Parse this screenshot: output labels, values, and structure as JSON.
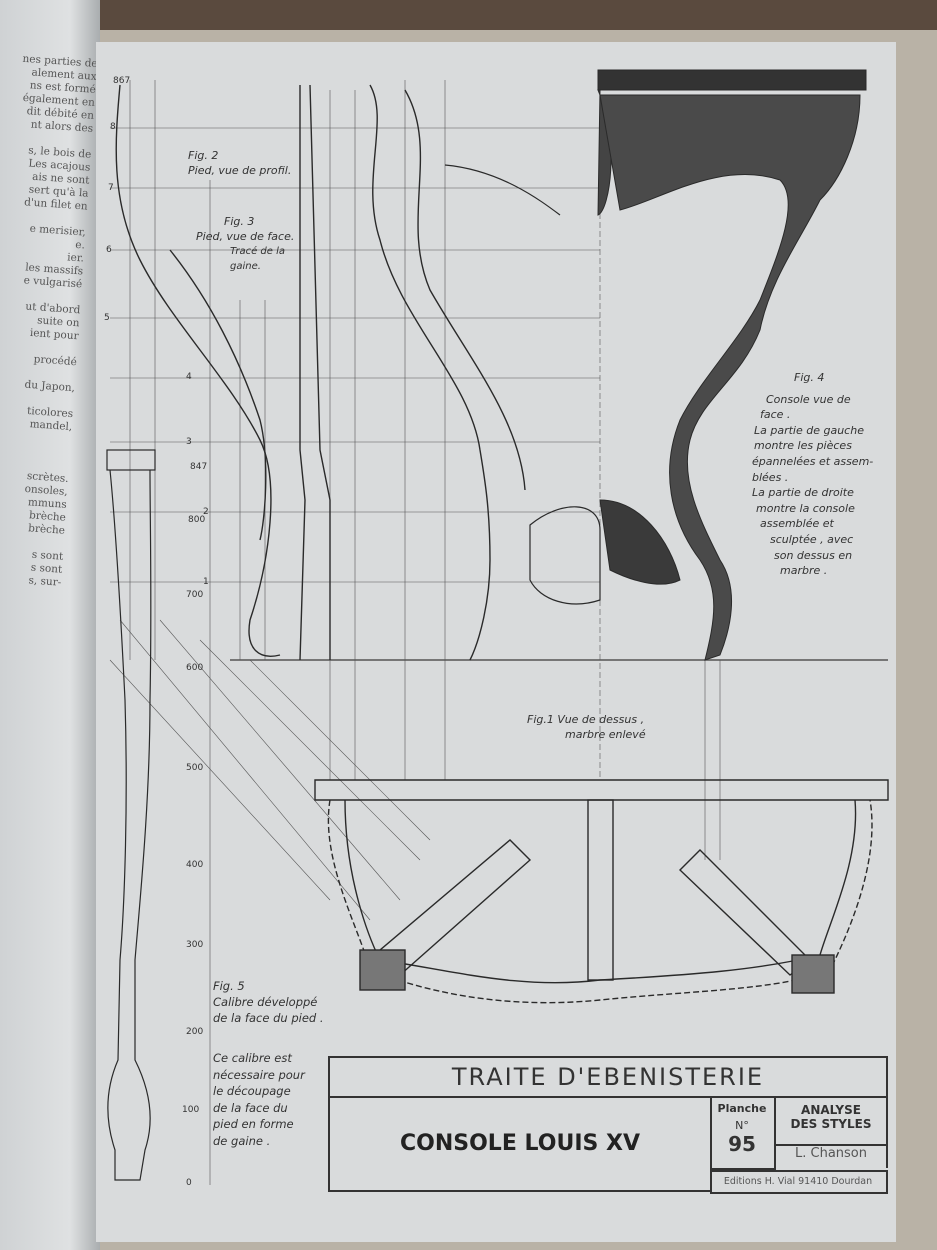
{
  "left_page_lines": [
    "nes parties de",
    "alement aux",
    "ns est formé",
    "également en",
    "dit débité en",
    "nt alors des",
    "",
    "s, le bois de",
    "Les acajous",
    "ais ne sont",
    "sert qu'à la",
    "d'un filet en",
    "",
    "e merisier,",
    "e.",
    "ier.",
    "les massifs",
    "e vulgarisé",
    "",
    "ut d'abord",
    "suite on",
    "ient pour",
    "",
    "procédé",
    "",
    "du Japon,",
    "",
    "ticolores",
    "mandel,",
    "",
    "",
    "",
    "scrètes.",
    "onsoles,",
    "mmuns",
    "brèche",
    "brèche",
    "",
    "s sont",
    "s sont",
    "s, sur-"
  ],
  "figures": {
    "fig2": {
      "title": "Fig. 2",
      "caption": "Pied, vue de profil."
    },
    "fig3": {
      "title": "Fig. 3",
      "caption": "Pied, vue de face.",
      "note1": "Tracé de la",
      "note2": "gaine."
    },
    "fig4": {
      "title": "Fig. 4",
      "lines": [
        "Console vue de",
        "face .",
        "La partie de gauche",
        "montre les pièces",
        "épannelées et assem-",
        "blées .",
        "La partie de droite",
        "montre la console",
        "assemblée et",
        "sculptée , avec",
        "son dessus en",
        "marbre ."
      ]
    },
    "fig1": {
      "line1": "Fig.1  Vue de dessus ,",
      "line2": "marbre enlevé"
    },
    "fig5": {
      "title": "Fig. 5",
      "line1": "Calibre développé",
      "line2": "de la face du pied .",
      "note": [
        "Ce calibre est",
        "nécessaire pour",
        "le découpage",
        "de la face du",
        "pied en forme",
        "de gaine ."
      ]
    }
  },
  "scale_marks": [
    "867",
    "8",
    "7",
    "6",
    "5",
    "4",
    "3",
    "847",
    "2",
    "800",
    "1",
    "700",
    "600",
    "500",
    "400",
    "300",
    "200",
    "100",
    "0"
  ],
  "title_block": {
    "series": "TRAITE  D'EBENISTERIE",
    "title": "CONSOLE LOUIS XV",
    "planche_label": "Planche",
    "number_label": "N°",
    "number": "95",
    "category_line1": "ANALYSE",
    "category_line2": "DES STYLES",
    "author": "L. Chanson",
    "publisher": "Editions H. Vial  91410 Dourdan"
  }
}
